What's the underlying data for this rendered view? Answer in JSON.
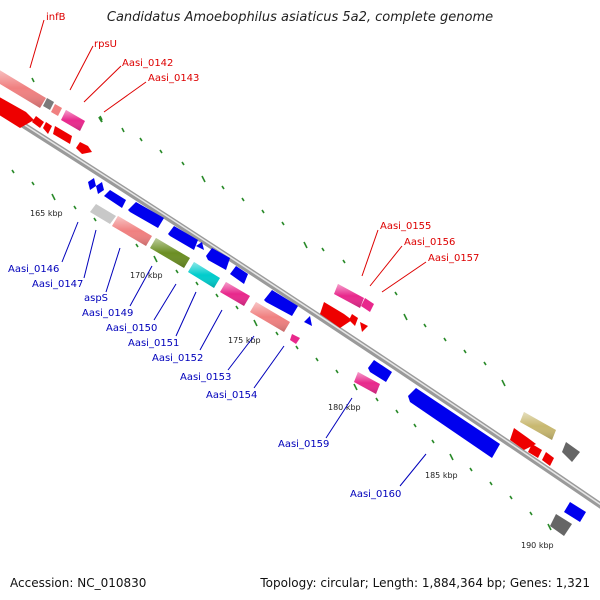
{
  "title": "Candidatus Amoebophilus asiaticus 5a2, complete genome",
  "accession": "Accession: NC_010830",
  "topology": "Topology: circular; Length: 1,884,364 bp; Genes: 1,321",
  "colors": {
    "forward_label": "#dd0000",
    "reverse_label": "#0000bb",
    "backbone": "#999999",
    "tick": "#2a8a2a"
  },
  "scale_labels": [
    "165 kbp",
    "170 kbp",
    "175 kbp",
    "180 kbp",
    "185 kbp",
    "190 kbp"
  ],
  "forward_labels": [
    "infB",
    "rpsU",
    "Aasi_0142",
    "Aasi_0143",
    "Aasi_0155",
    "Aasi_0156",
    "Aasi_0157"
  ],
  "reverse_labels": [
    "Aasi_0146",
    "Aasi_0147",
    "aspS",
    "Aasi_0149",
    "Aasi_0150",
    "Aasi_0151",
    "Aasi_0152",
    "Aasi_0153",
    "Aasi_0154",
    "Aasi_0159",
    "Aasi_0160"
  ]
}
